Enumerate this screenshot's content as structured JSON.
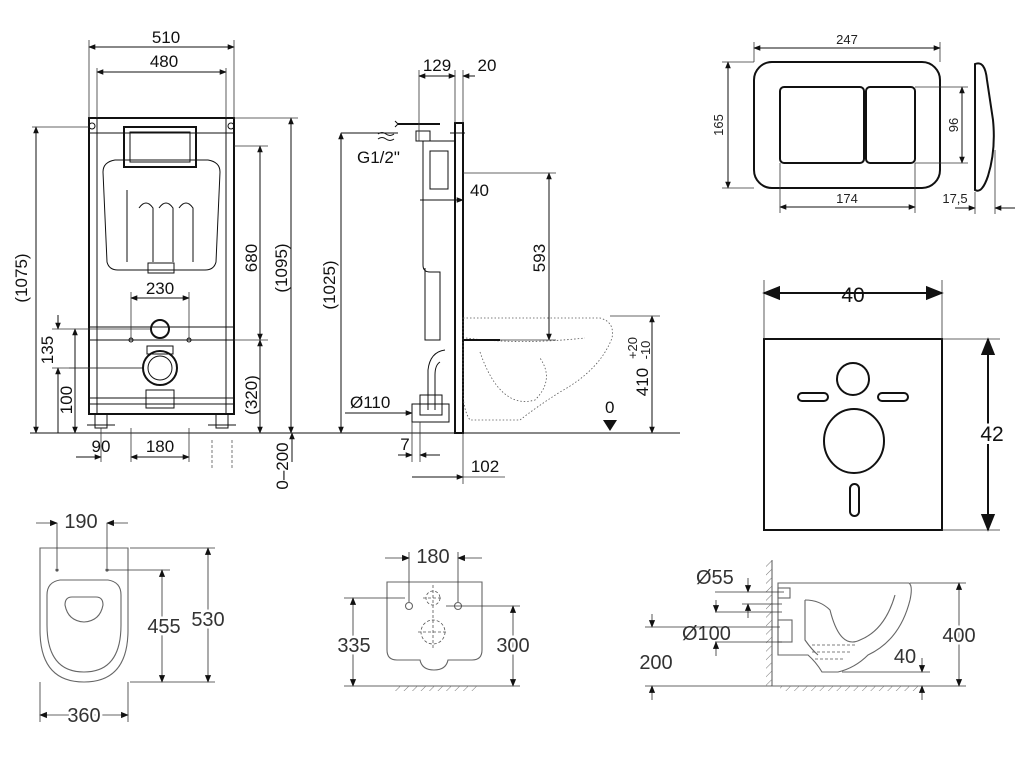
{
  "frame_front": {
    "width_total": "510",
    "width_inner": "480",
    "height_total": "(1075)",
    "height_680": "680",
    "height_1095": "(1095)",
    "drain_spacing": "230",
    "dim_135": "135",
    "dim_100": "100",
    "dim_320": "(320)",
    "dim_90": "90",
    "dim_180": "180",
    "adjust": "0–200"
  },
  "frame_side": {
    "dim_129": "129",
    "dim_20": "20",
    "inlet": "G1/2\"",
    "dim_40": "40",
    "height_1025": "(1025)",
    "dim_593": "593",
    "pipe_diameter": "Ø110",
    "dim_7": "7",
    "dim_102": "102",
    "zero": "0",
    "seat_height": "410",
    "tol_plus": "+20",
    "tol_minus": "-10"
  },
  "flush_plate": {
    "width": "247",
    "height": "165",
    "button_height": "96",
    "button_width": "174",
    "depth": "17,5"
  },
  "sound_pad": {
    "width": "40",
    "height": "42"
  },
  "bowl_top": {
    "bolt_spacing": "190",
    "dim_455": "455",
    "length": "530",
    "width": "360"
  },
  "bowl_back": {
    "bolt_spacing": "180",
    "dim_335": "335",
    "dim_300": "300"
  },
  "bowl_side": {
    "inlet_diameter": "Ø55",
    "outlet_diameter": "Ø100",
    "dim_200": "200",
    "height": "400",
    "dim_40": "40"
  }
}
